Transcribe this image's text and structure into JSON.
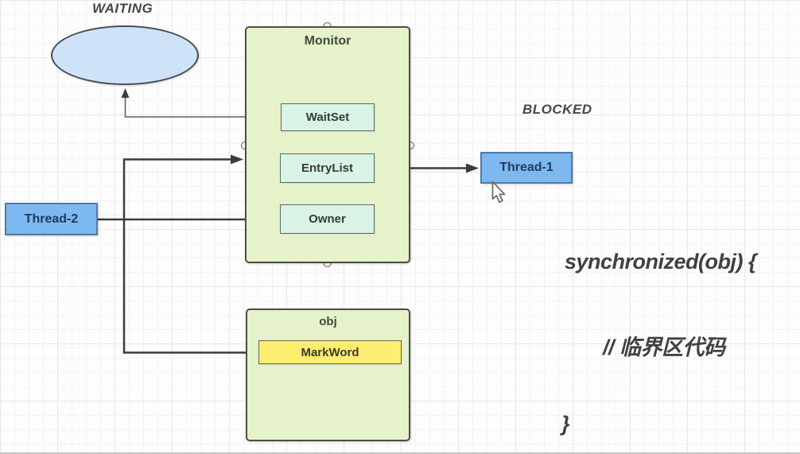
{
  "diagram": {
    "state_labels": {
      "waiting": "WAITING",
      "blocked": "BLOCKED"
    },
    "monitor": {
      "title": "Monitor",
      "waitset": "WaitSet",
      "entrylist": "EntryList",
      "owner": "Owner"
    },
    "obj": {
      "title": "obj",
      "markword": "MarkWord"
    },
    "threads": {
      "thread1": "Thread-1",
      "thread2": "Thread-2"
    },
    "code": {
      "line1": "synchronized(obj) {",
      "line2": "// 临界区代码",
      "line3": "}"
    },
    "colors": {
      "monitor_fill": "#e6f2c9",
      "monitor_border": "#4c4f46",
      "field_fill": "#d9f3e7",
      "field_border": "#5c6a5f",
      "thread_fill": "#7db9f0",
      "thread_border": "#537aa3",
      "markword_fill": "#fcee71",
      "markword_border": "#6b6540",
      "ellipse_fill": "#cfe3f8",
      "ellipse_border": "#474d55",
      "arrow": "#3d3d3d",
      "code_text": "#414141"
    }
  }
}
